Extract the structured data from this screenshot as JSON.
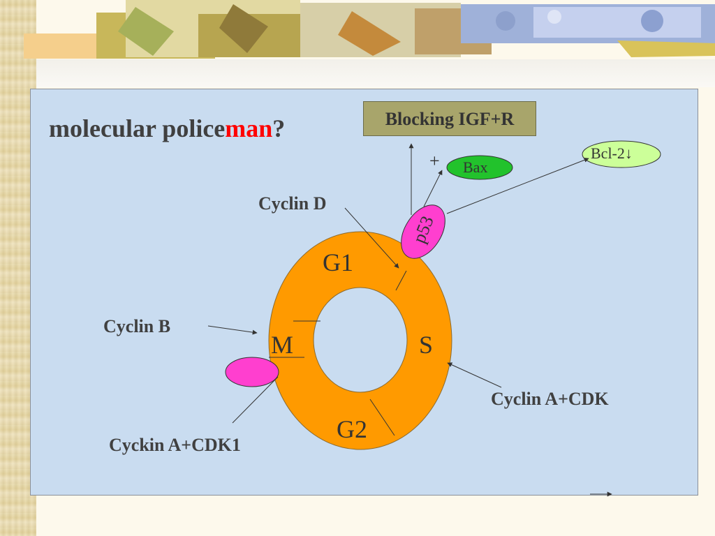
{
  "slide": {
    "title_main": "molecular police",
    "title_accent": "man",
    "title_end": "?"
  },
  "diagram": {
    "blocking_box": "Blocking IGF+R",
    "plus": "+",
    "bax": "Bax",
    "bcl2": "Bcl-2↓",
    "p53": "p53",
    "cyclin_d": "Cyclin D",
    "cyclin_b": "Cyclin B",
    "cyclin_a_cdk": "Cyclin A+CDK",
    "cyckin_a_cdk1": "Cyckin A+CDK1",
    "phases": {
      "g1": "G1",
      "m": "M",
      "s": "S",
      "g2": "G2"
    }
  },
  "colors": {
    "cycle_ring": "#ff9a00",
    "p53_fill": "#ff3fcf",
    "bax_fill": "#22c22c",
    "bcl2_fill": "#ccff99",
    "box_fill": "#a8a56b",
    "slide_bg": "#c9dcf0",
    "title_accent": "#ff0000"
  }
}
